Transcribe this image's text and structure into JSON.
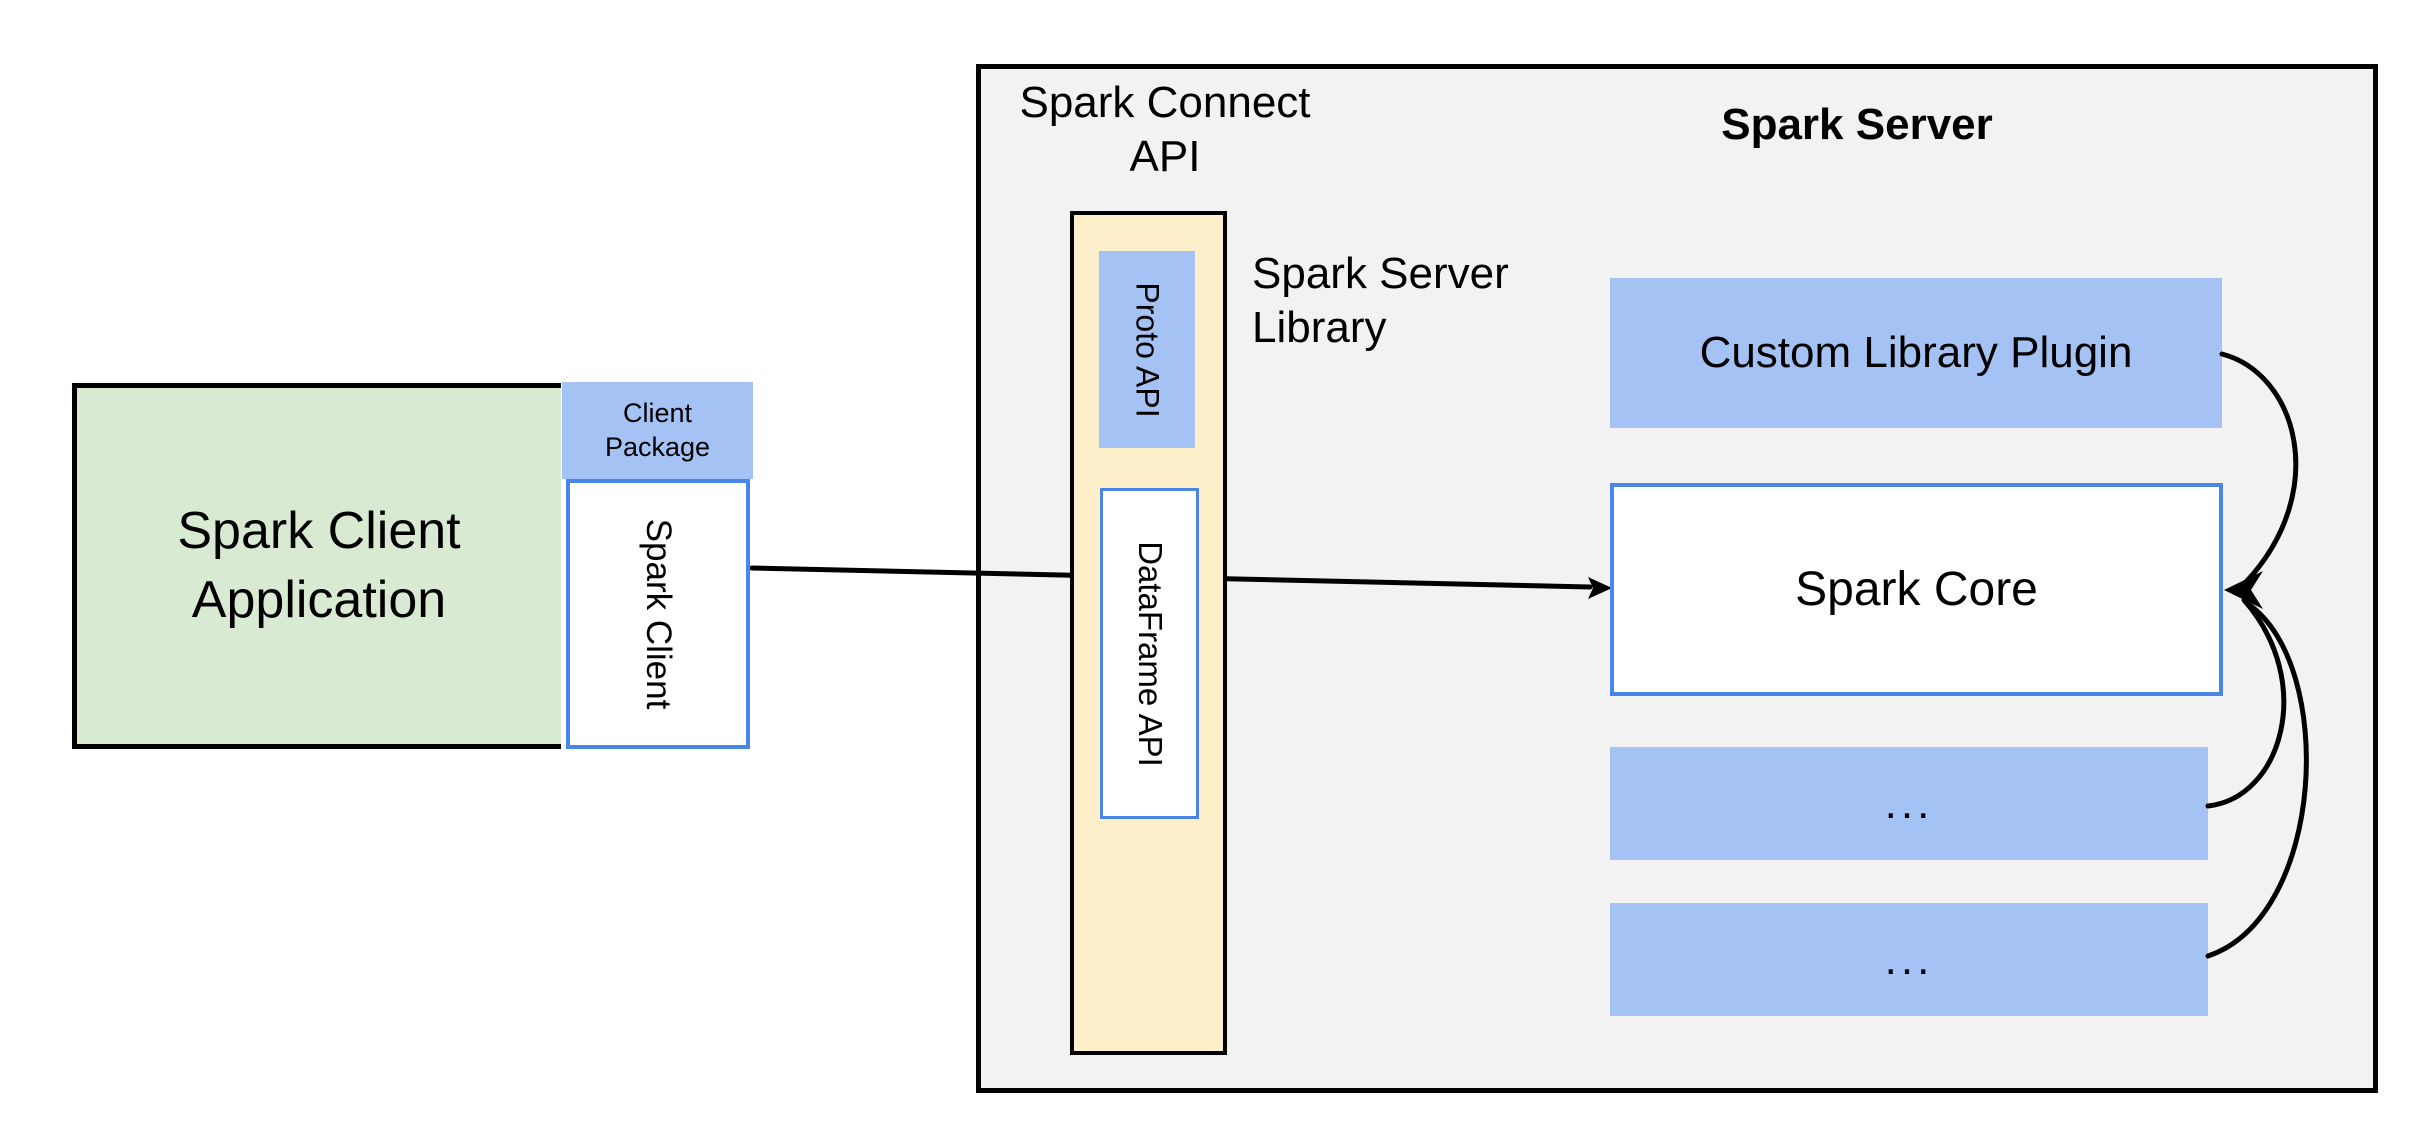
{
  "colors": {
    "green_fill": "#d9ead3",
    "blue_fill": "#a4c2f4",
    "blue_border": "#4a86e8",
    "yellow_fill": "#fcefc9",
    "container_fill": "#f2f2f2",
    "line": "#000000"
  },
  "client": {
    "application_label": "Spark Client Application",
    "package_label": "Client Package",
    "spark_client_label": "Spark Client"
  },
  "connect_api": {
    "title": "Spark Connect API",
    "library_title": "Spark Server Library",
    "proto_label": "Proto API",
    "dataframe_label": "DataFrame API"
  },
  "server": {
    "title": "Spark Server",
    "plugin_label": "Custom Library Plugin",
    "core_label": "Spark Core",
    "ellipsis_1": "...",
    "ellipsis_2": "..."
  }
}
